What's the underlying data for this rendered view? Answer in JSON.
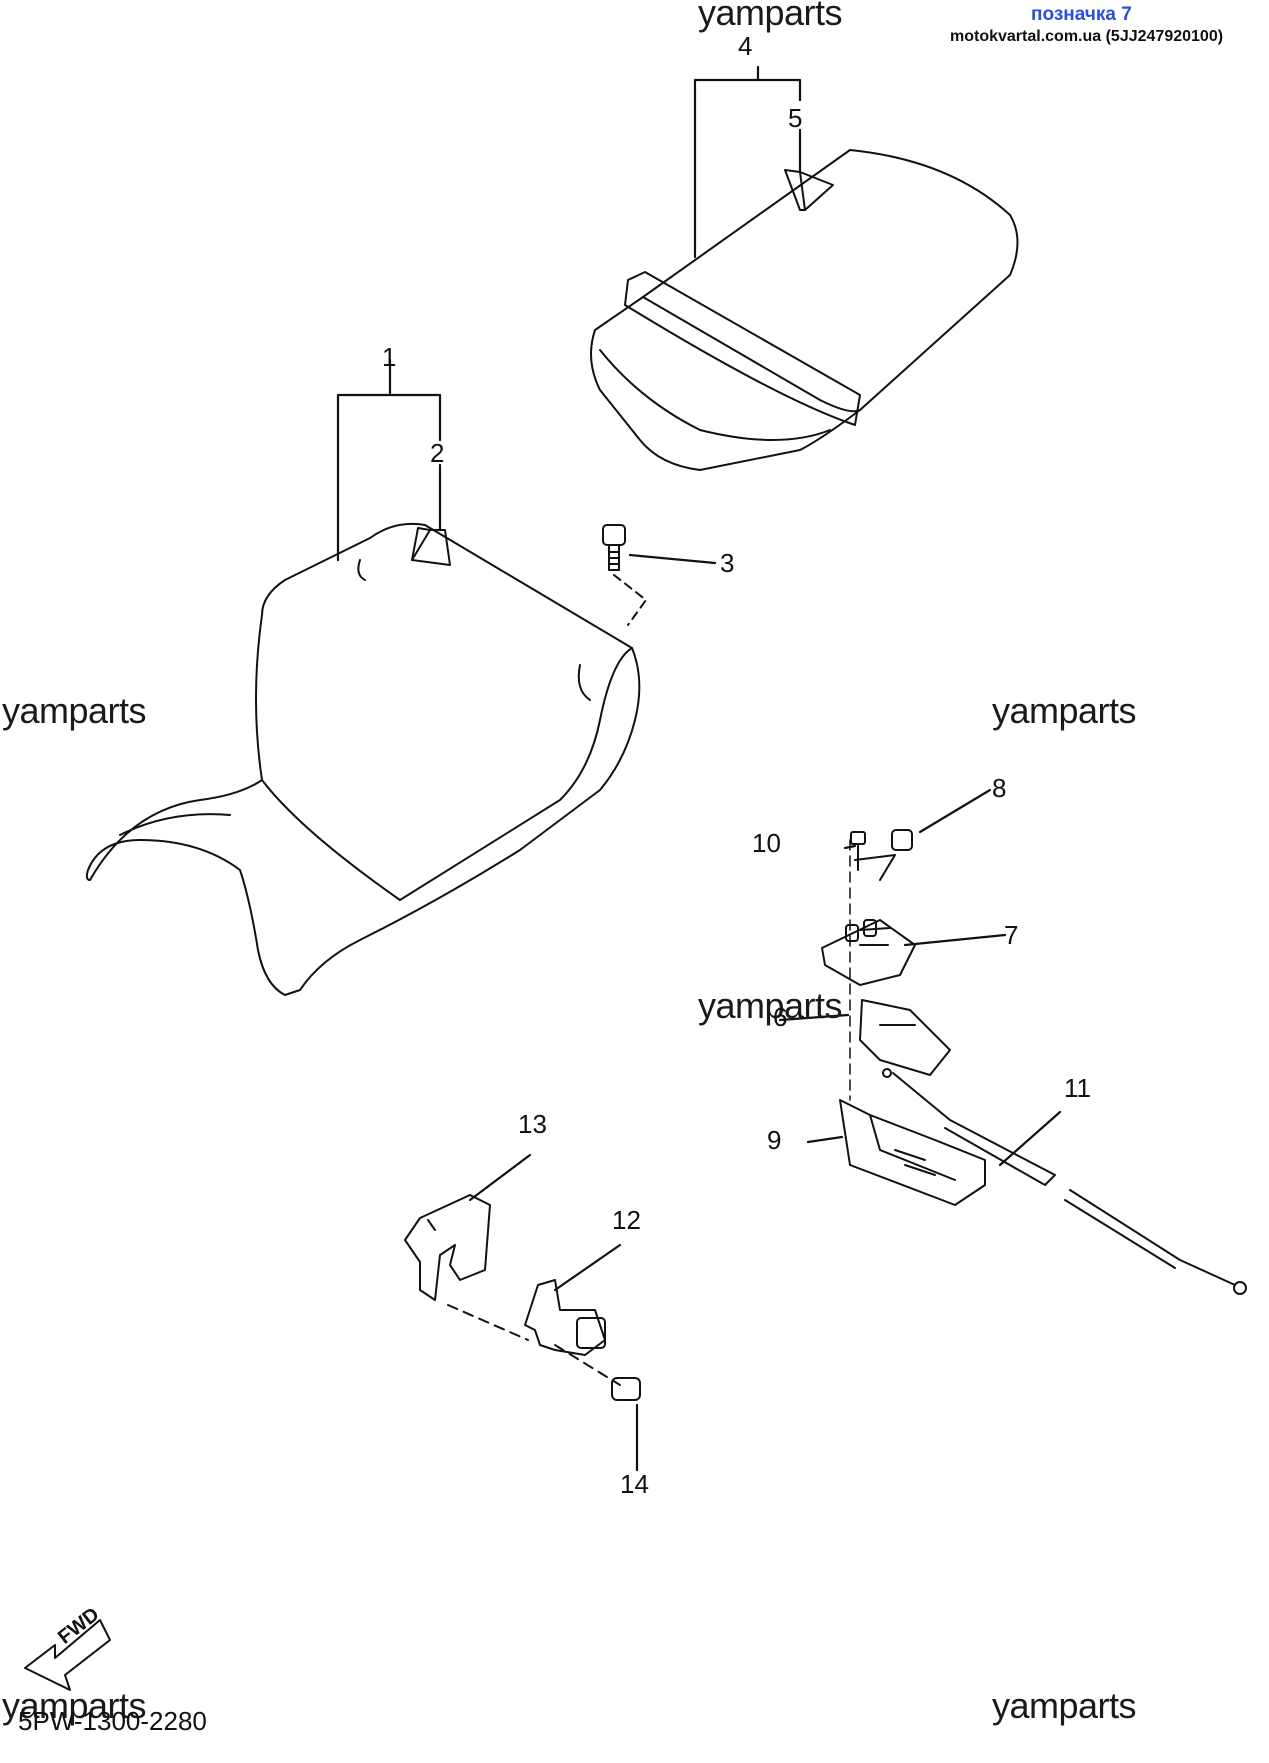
{
  "header": {
    "link_text": "позначка 7",
    "source_text": "motokvartal.com.ua (5JJ247920100)"
  },
  "watermarks": [
    "yamparts",
    "yamparts",
    "yamparts",
    "yamparts",
    "yamparts",
    "yamparts"
  ],
  "part_labels": [
    "1",
    "2",
    "3",
    "4",
    "5",
    "6",
    "7",
    "8",
    "9",
    "10",
    "11",
    "12",
    "13",
    "14"
  ],
  "fwd_badge": "FWD",
  "diagram_code": "5PW-1300-2280",
  "colors": {
    "link": "#2b4fd8",
    "ink": "#111111",
    "background": "#ffffff"
  }
}
